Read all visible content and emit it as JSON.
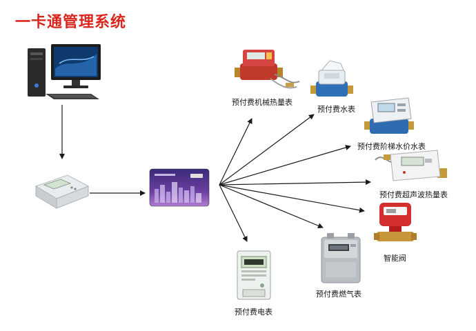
{
  "title": "一卡通管理系统",
  "nodes": {
    "computer": {
      "icon": "desktop-computer-icon"
    },
    "card_reader": {
      "icon": "card-reader-icon"
    },
    "ic_card": {
      "icon": "ic-card-icon"
    }
  },
  "devices": [
    {
      "id": "mech-heat-meter",
      "label": "预付费机械热量表",
      "icon": "mechanical-heat-meter-icon"
    },
    {
      "id": "water-meter",
      "label": "预付费水表",
      "icon": "water-meter-icon"
    },
    {
      "id": "tiered-water-meter",
      "label": "预付费阶梯水价水表",
      "icon": "tiered-water-meter-icon"
    },
    {
      "id": "ultrasonic-heat-meter",
      "label": "预付费超声波热量表",
      "icon": "ultrasonic-heat-meter-icon"
    },
    {
      "id": "smart-valve",
      "label": "智能阀",
      "icon": "smart-valve-icon"
    },
    {
      "id": "gas-meter",
      "label": "预付费燃气表",
      "icon": "gas-meter-icon"
    },
    {
      "id": "electric-meter",
      "label": "预付费电表",
      "icon": "electric-meter-icon"
    }
  ],
  "colors": {
    "title": "#d9251c",
    "arrow": "#1a1a1a"
  }
}
